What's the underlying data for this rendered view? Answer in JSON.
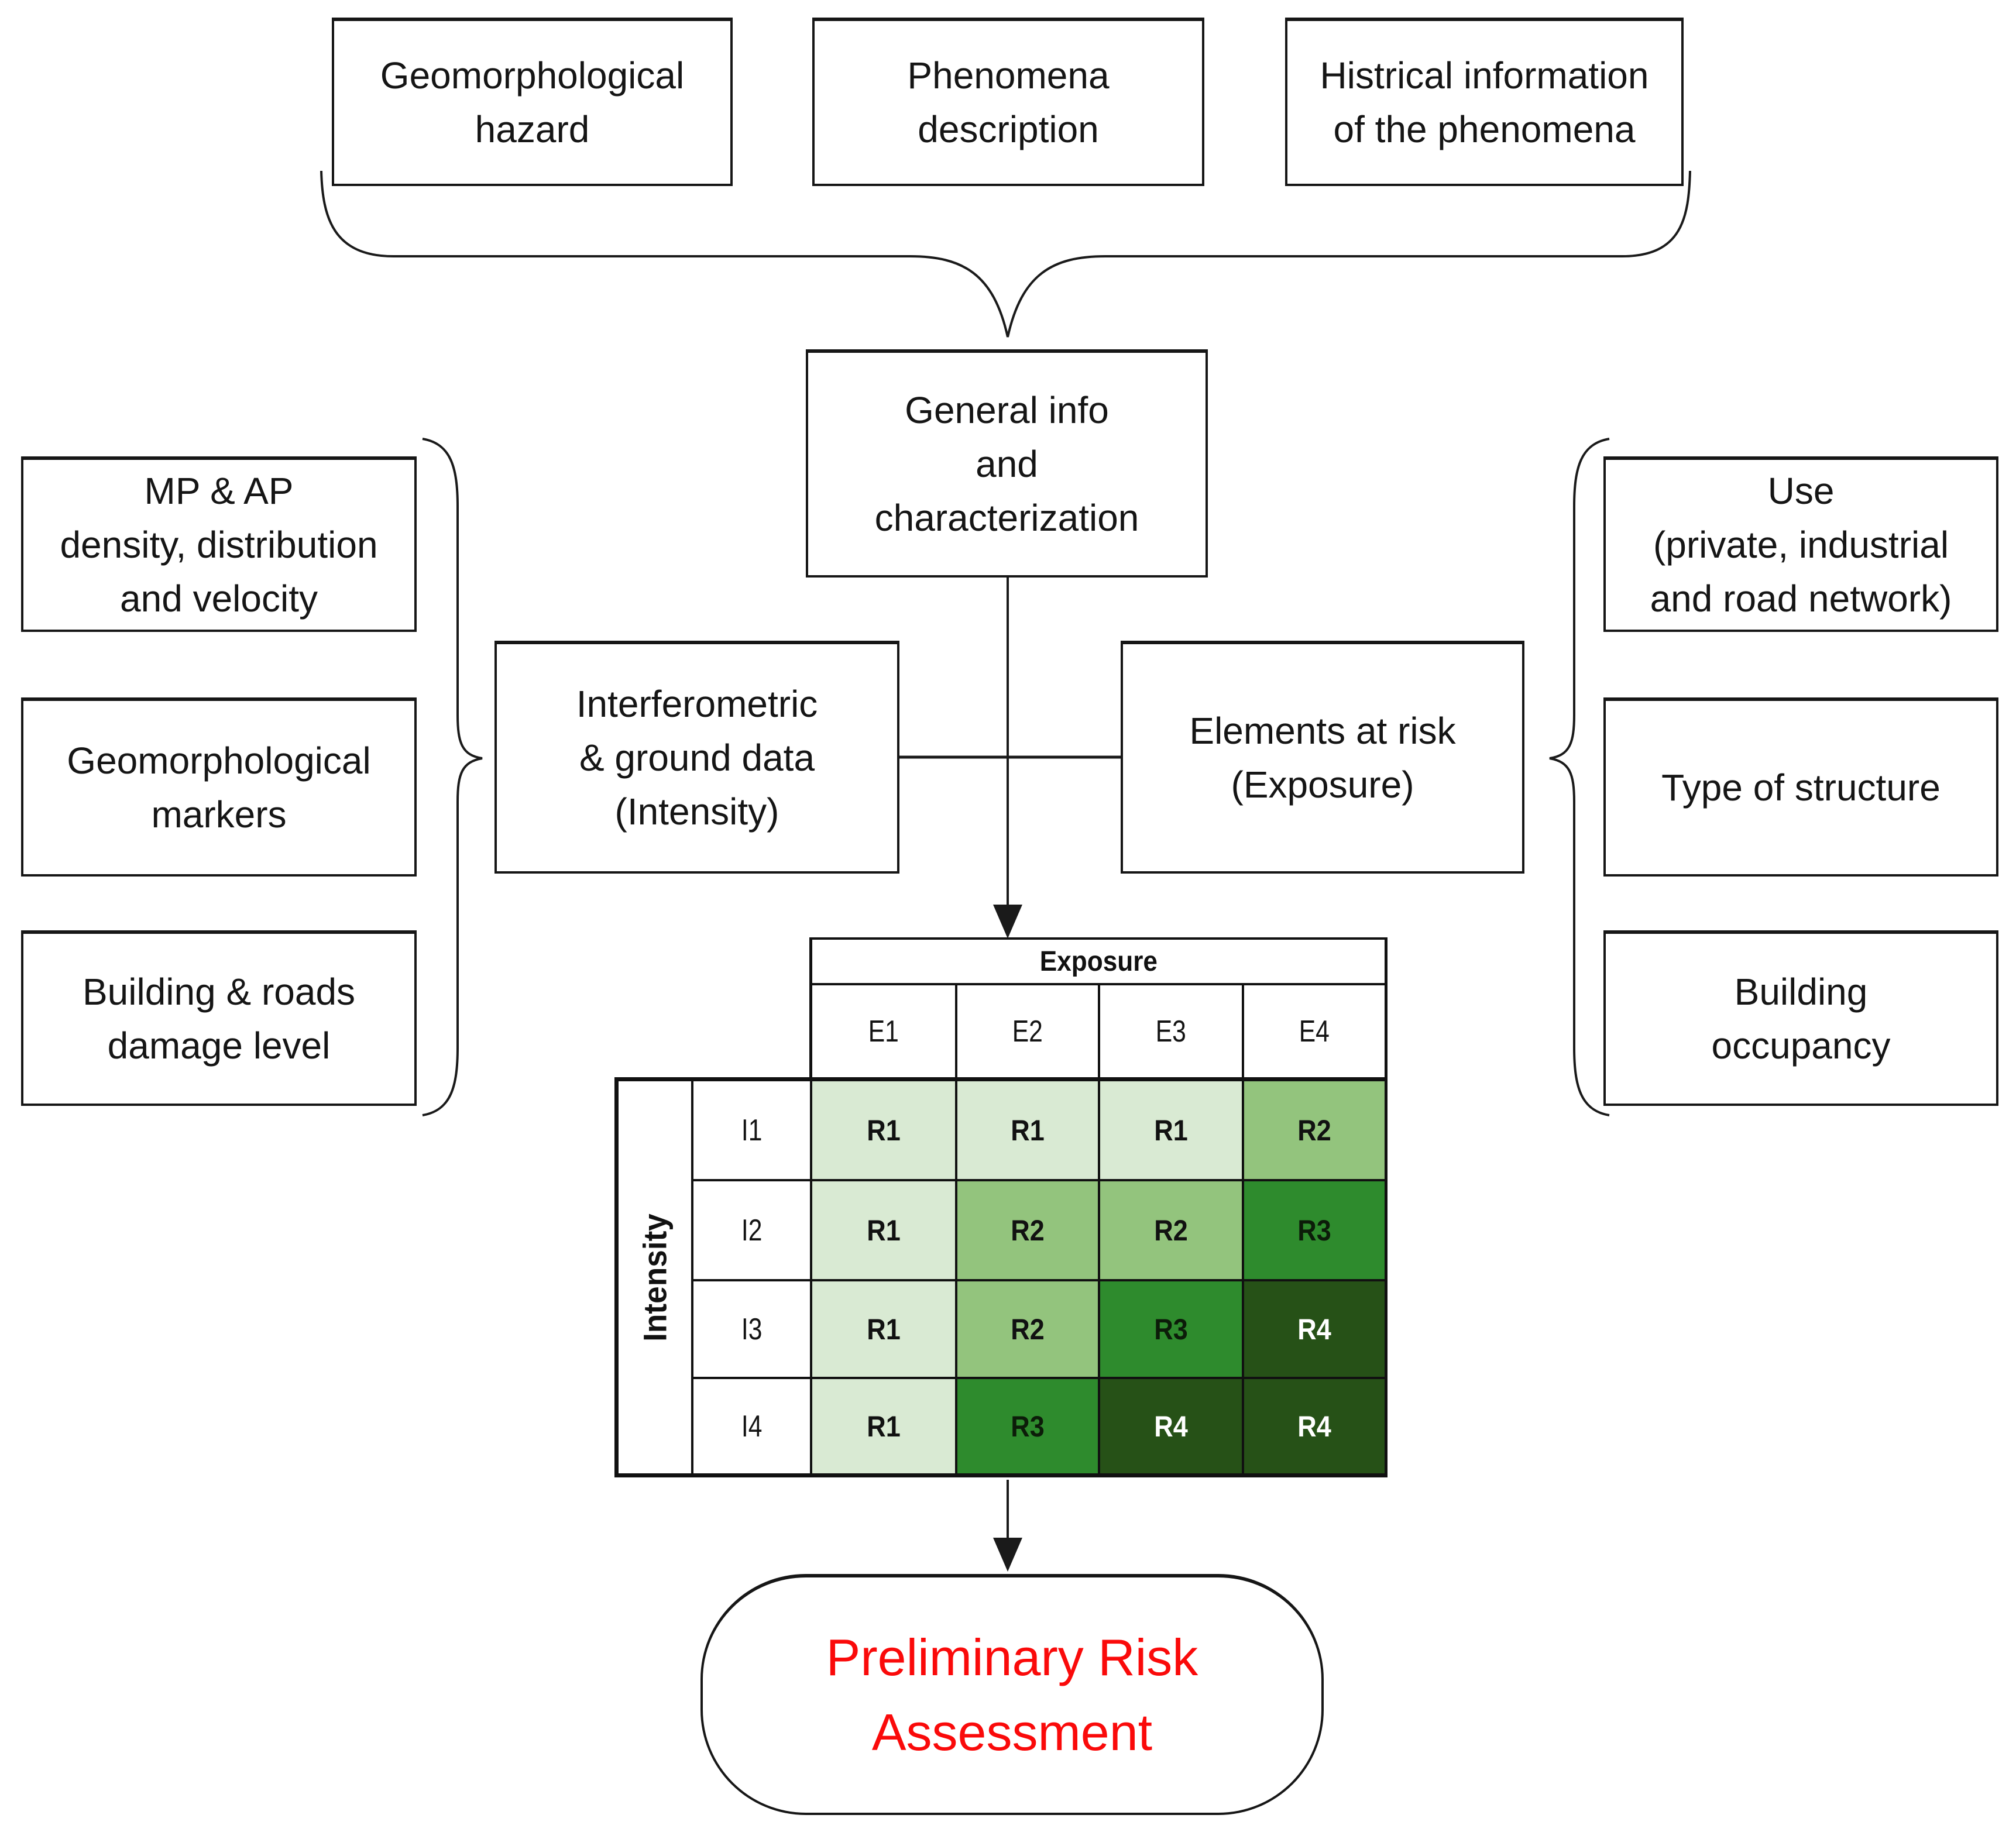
{
  "boxes": {
    "geomorphological_hazard": "Geomorphological\nhazard",
    "phenomena_description": "Phenomena\ndescription",
    "historical_information": "Histrical information\nof the phenomena",
    "general_info": "General info\nand\ncharacterization",
    "mp_ap_density": "MP & AP\ndensity, distribution\nand velocity",
    "geomorphological_markers": "Geomorphological\nmarkers",
    "building_roads_damage": "Building & roads\ndamage level",
    "interferometric": "Interferometric\n& ground data\n(Intensity)",
    "elements_at_risk": "Elements at risk\n(Exposure)",
    "use": "Use\n(private, industrial\nand road network)",
    "type_of_structure": "Type of structure",
    "building_occupancy": "Building\noccupancy",
    "preliminary_risk": "Preliminary Risk\nAssessment"
  },
  "matrix": {
    "col_header": "Exposure",
    "row_header": "Intensity",
    "columns": [
      "E1",
      "E2",
      "E3",
      "E4"
    ],
    "rows": [
      "I1",
      "I2",
      "I3",
      "I4"
    ],
    "cells": [
      [
        "R1",
        "R1",
        "R1",
        "R2"
      ],
      [
        "R1",
        "R2",
        "R2",
        "R3"
      ],
      [
        "R1",
        "R2",
        "R3",
        "R4"
      ],
      [
        "R1",
        "R3",
        "R4",
        "R4"
      ]
    ],
    "levels": [
      [
        1,
        1,
        1,
        2
      ],
      [
        1,
        2,
        2,
        3
      ],
      [
        1,
        2,
        3,
        4
      ],
      [
        1,
        3,
        4,
        4
      ]
    ],
    "colors": {
      "level1": "#d9ead3",
      "level2": "#93c47d",
      "level3": "#2e8b2d",
      "level4": "#265117"
    },
    "text_colors": {
      "level1": "#111111",
      "level2": "#111111",
      "level3": "#0c1c09",
      "level4": "#ffffff"
    }
  },
  "accent": {
    "risk_text_color": "#fa0a0a",
    "line_color": "#1a1a1a"
  }
}
